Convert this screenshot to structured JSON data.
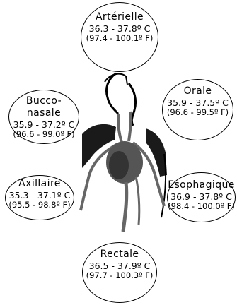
{
  "measurement_sites": {
    "arterial": {
      "name": "Artérielle",
      "celsius": "36.3 - 37.8º C",
      "fahrenheit": "(97.4 - 100.1º F)"
    },
    "oral": {
      "name": "Orale",
      "celsius": "35.9 - 37.5º C",
      "fahrenheit": "(96.6 - 99.5º F)"
    },
    "nasal": {
      "name": "Bucco-nasale",
      "celsius": "35.9 - 37.2º C",
      "fahrenheit": "(96.6 - 99.0º F)"
    },
    "axillary": {
      "name": "Axillaire",
      "celsius": "35.3 - 37.1º C",
      "fahrenheit": "(95.5 - 98.8º F)"
    },
    "esophageal": {
      "name": "Esophagique",
      "celsius": "36.9 - 37.8º C",
      "fahrenheit": "(98.4 - 100.0º F)"
    },
    "rectal": {
      "name": "Rectale",
      "celsius": "36.5 - 37.9º C",
      "fahrenheit": "(97.7 - 100.3º F)"
    }
  },
  "colors": {
    "ink": "#000000",
    "body_fill": "#1a1a1a",
    "vessel": "#666666",
    "heart": "#555555",
    "background": "#ffffff"
  }
}
